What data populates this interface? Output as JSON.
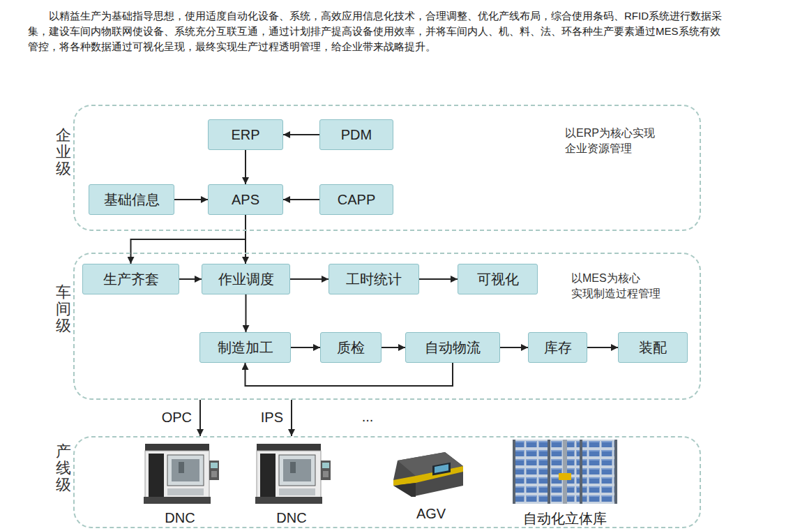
{
  "diagram": {
    "nodes": [
      {
        "text": [
          "企业级",
          "以ERP为核心实现 企业资源管理"
        ]
      },
      {
        "text": [
          "ERP"
        ],
        "in": 0
      },
      {
        "text": [
          "PDM"
        ],
        "in": 0
      },
      {
        "text": [
          "基础信息"
        ],
        "in": 0
      },
      {
        "text": [
          "APS"
        ],
        "in": 0
      },
      {
        "text": [
          "CAPP"
        ],
        "in": 0
      },
      {
        "text": [
          "车间级",
          "以MES为核心 实现制造过程管理"
        ]
      },
      {
        "text": [
          "生产齐套"
        ],
        "in": 6
      },
      {
        "text": [
          "作业调度"
        ],
        "in": 6
      },
      {
        "text": [
          "工时统计"
        ],
        "in": 6
      },
      {
        "text": [
          "可视化"
        ],
        "in": 6
      },
      {
        "text": [
          "制造加工"
        ],
        "in": 6
      },
      {
        "text": [
          "质检"
        ],
        "in": 6
      },
      {
        "text": [
          "自动物流"
        ],
        "in": 6
      },
      {
        "text": [
          "库存"
        ],
        "in": 6
      },
      {
        "text": [
          "装配"
        ],
        "in": 6
      },
      {
        "text": [
          "产线级"
        ]
      }
    ],
    "edges": [
      {
        "from": 2,
        "to": 1,
        "arrow": "to"
      },
      {
        "from": 1,
        "to": 4,
        "arrow": "to"
      },
      {
        "from": 3,
        "to": 4,
        "arrow": "to"
      },
      {
        "from": 5,
        "to": 4,
        "arrow": "to"
      },
      {
        "from": 4,
        "to": 7,
        "arrow": "to"
      },
      {
        "from": 4,
        "to": 8,
        "arrow": "to"
      },
      {
        "from": 7,
        "to": 8,
        "arrow": "to"
      },
      {
        "from": 8,
        "to": 9,
        "arrow": "to"
      },
      {
        "from": 9,
        "to": 10,
        "arrow": "to"
      },
      {
        "from": 8,
        "to": 11,
        "arrow": "to"
      },
      {
        "from": 11,
        "to": 12,
        "arrow": "to"
      },
      {
        "from": 12,
        "to": 13,
        "arrow": "to"
      },
      {
        "from": 13,
        "to": 14,
        "arrow": "to"
      },
      {
        "from": 14,
        "to": 15,
        "arrow": "to"
      },
      {
        "from": 13,
        "to": 11,
        "arrow": "to"
      },
      {
        "from": 6,
        "to": 16,
        "label": "OPC",
        "arrow": "to"
      },
      {
        "from": 6,
        "to": 16,
        "label": "IPS",
        "arrow": "to"
      }
    ],
    "labels": [
      "以精益生产为基础指导思想，使用适度自动化设备、系统，高效应用信息化技术，合理调整、优化产线布局，综合使用条码、RFID系统进行数据采集，建设车间内物联网使设备、系统充分互联互通，通过计划排产提高设备使用效率，并将车间内人、机、料、法、环各种生产要素通过MES系统有效管控，将各种数据通过可视化呈现，最终实现生产过程透明管理，给企业带来战略提升。",
      "...",
      "DNC",
      "DNC",
      "AGV",
      "自动化立体库"
    ]
  }
}
